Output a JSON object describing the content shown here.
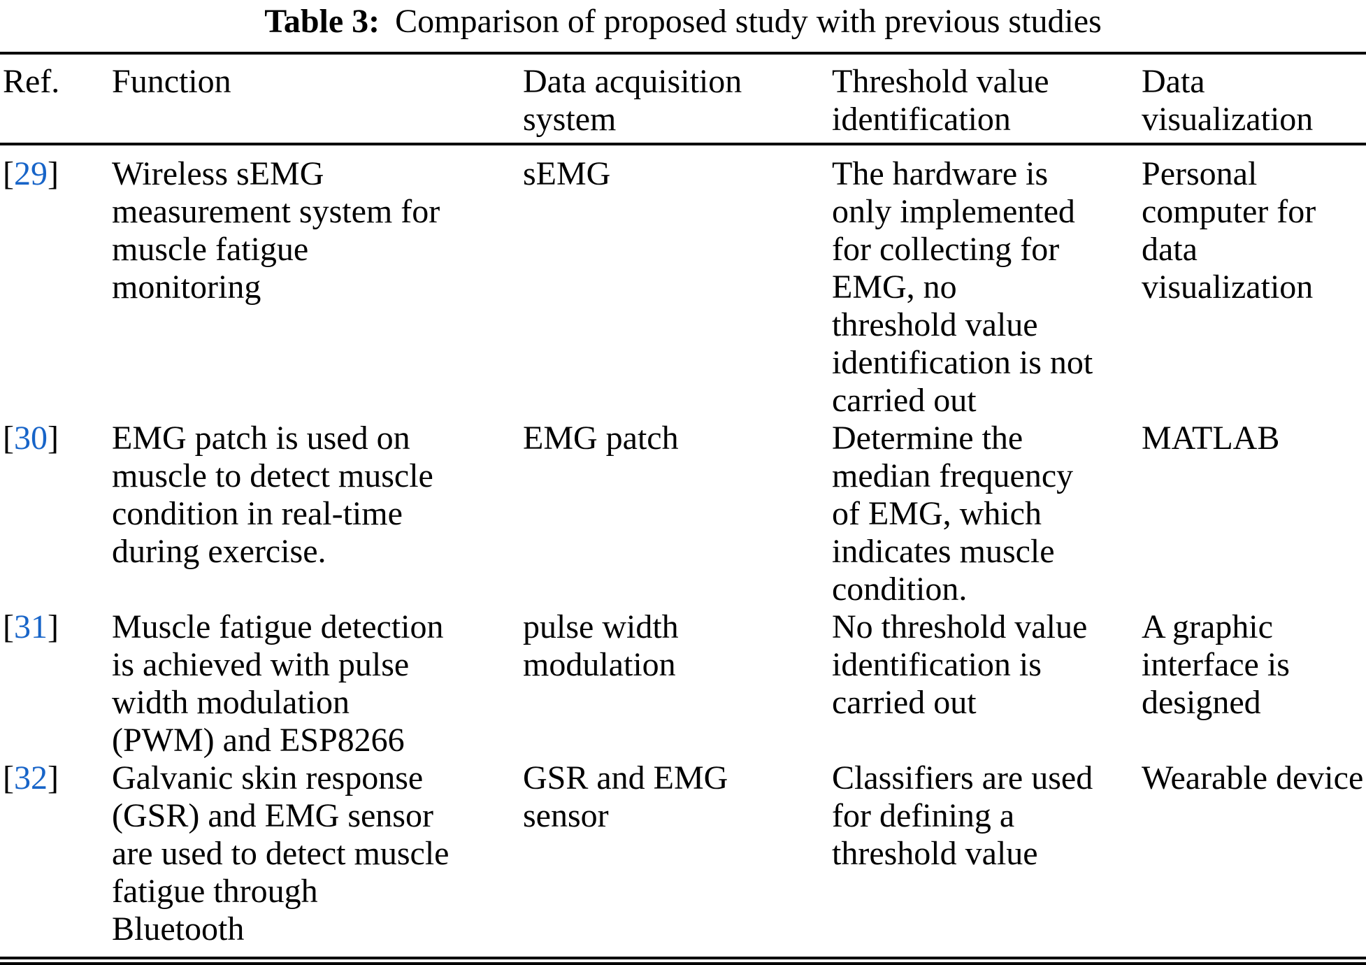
{
  "colors": {
    "ref-link": "#1764C8",
    "text": "#000000",
    "rule": "#000000"
  },
  "caption": {
    "label": "Table 3:",
    "text": "Comparison of proposed study with previous studies"
  },
  "brackets": {
    "open": "[",
    "close": "]"
  },
  "columns": {
    "ref": "Ref.",
    "function": "Function",
    "daq": "Data acquisition\nsystem",
    "threshold": "Threshold value\nidentification",
    "visualization": "Data\nvisualization"
  },
  "rows": [
    {
      "ref": "29",
      "function": "Wireless sEMG\nmeasurement system for\nmuscle fatigue\nmonitoring",
      "daq": "sEMG",
      "threshold": "The hardware is\nonly implemented\nfor collecting for\nEMG, no\nthreshold value\nidentification is not\ncarried out",
      "visualization": "Personal\ncomputer for\ndata\nvisualization"
    },
    {
      "ref": "30",
      "function": "EMG patch is used on\nmuscle to detect muscle\ncondition in real-time\nduring exercise.",
      "daq": "EMG patch",
      "threshold": "Determine the\nmedian frequency\nof EMG, which\nindicates muscle\ncondition.",
      "visualization": "MATLAB"
    },
    {
      "ref": "31",
      "function": "Muscle fatigue detection\nis achieved with pulse\nwidth modulation\n(PWM) and ESP8266",
      "daq": "pulse width\nmodulation",
      "threshold": "No threshold value\nidentification is\ncarried out",
      "visualization": "A graphic\ninterface is\ndesigned"
    },
    {
      "ref": "32",
      "function": "Galvanic skin response\n(GSR) and EMG sensor\nare used to detect muscle\nfatigue through\nBluetooth",
      "daq": "GSR and EMG\nsensor",
      "threshold": "Classifiers are used\nfor defining a\nthreshold value",
      "visualization": "Wearable device"
    }
  ]
}
